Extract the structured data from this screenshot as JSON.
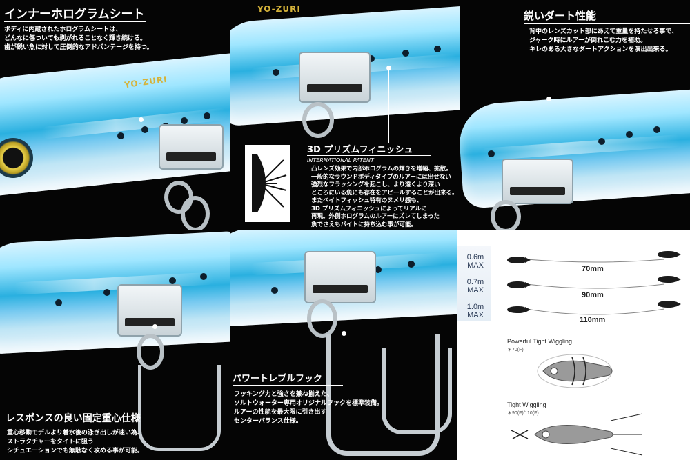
{
  "panels": {
    "hologram": {
      "title": "インナーホログラムシート",
      "desc": [
        "ボディに内蔵されたホログラムシートは、",
        "どんなに傷ついても剥がれることなく輝き続ける。",
        "歯が鋭い魚に対して圧倒的なアドバンテージを持つ。"
      ],
      "logo_text": "YO-ZURI"
    },
    "prism": {
      "title": "3D プリズムフィニッシュ",
      "subtitle": "INTERNATIONAL PATENT",
      "desc": [
        "凸レンズ効果で内部ホログラムの輝きを増幅、拡散。",
        "一般的なラウンドボディタイプのルアーには出せない",
        "強烈なフラッシングを起こし、より遠くより深い",
        "ところにいる魚にも存在をアピールすることが出来る。",
        "またベイトフィッシュ特有のヌメリ感も、",
        "3D プリズムフィニッシュによってリアルに",
        "再現。外側ホログラムのルアーにズレてしまった",
        "魚でさえもバイトに持ち込む事が可能。"
      ]
    },
    "dart": {
      "title": "鋭いダート性能",
      "desc": [
        "背中のレンズカット部にあえて重量を持たせる事で、",
        "ジャーク時にルアーが倒れこむ力を補助。",
        "キレのある大きなダートアクションを演出出来る。"
      ]
    },
    "response": {
      "title": "レスポンスの良い固定重心仕様",
      "desc": [
        "重心移動モデルより着水後の泳ぎ出しが速い為、",
        "ストラクチャーをタイトに狙う",
        "シチュエーションでも無駄なく攻める事が可能。"
      ]
    },
    "hook": {
      "title": "パワートレブルフック",
      "desc": [
        "フッキング力と強さを兼ね揃えた、",
        "ソルトウォーター専用オリジナルフックを標準装備。",
        "ルアーの性能を最大限に引き出す",
        "センターバランス仕様。"
      ]
    }
  },
  "depth_chart": {
    "rows": [
      {
        "depth": "0.6m",
        "max": "MAX",
        "distance": "70mm"
      },
      {
        "depth": "0.7m",
        "max": "MAX",
        "distance": "90mm"
      },
      {
        "depth": "1.0m",
        "max": "MAX",
        "distance": "110mm"
      }
    ]
  },
  "wiggle": {
    "powerful": {
      "title": "Powerful Tight Wiggling",
      "sub": "＊70(F)"
    },
    "tight": {
      "title": "Tight Wiggling",
      "sub": "＊90(F)/110(F)"
    }
  },
  "colors": {
    "accent": "#2ab0e0",
    "background": "#000000"
  }
}
